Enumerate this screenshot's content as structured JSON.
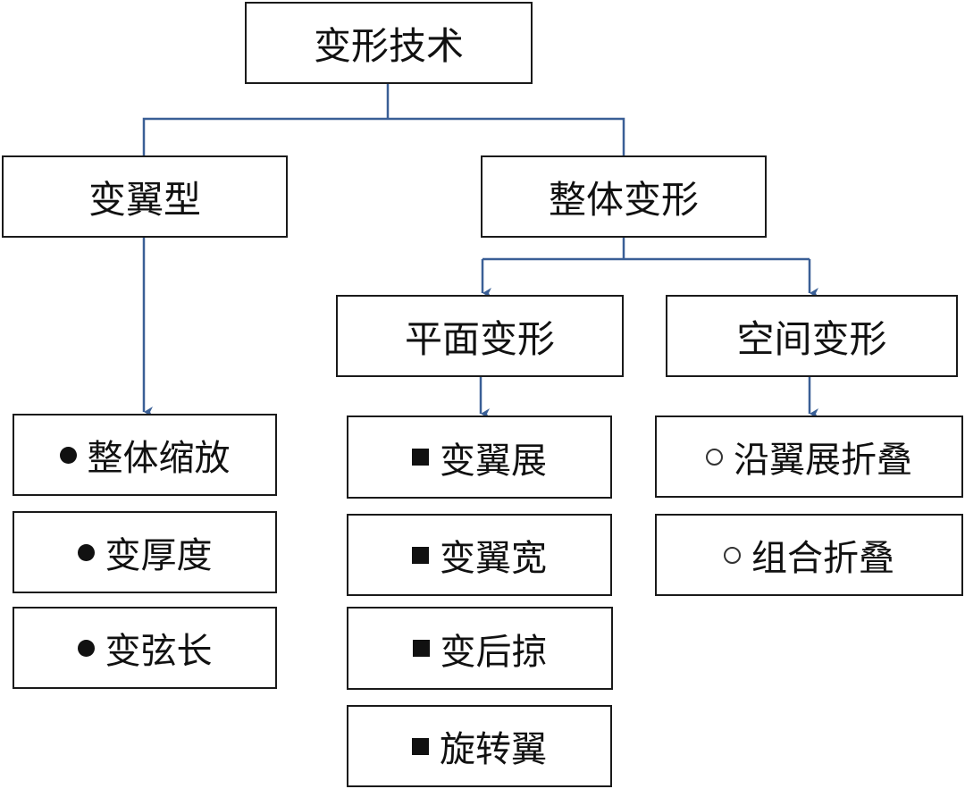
{
  "colors": {
    "connector": "#3a5f96",
    "border": "#1a1a1a",
    "text": "#111111"
  },
  "diagram": {
    "root": {
      "label": "变形技术"
    },
    "wing_type": {
      "label": "变翼型",
      "items": [
        {
          "marker": "filled-circle",
          "label": "整体缩放"
        },
        {
          "marker": "filled-circle",
          "label": "变厚度"
        },
        {
          "marker": "filled-circle",
          "label": "变弦长"
        }
      ]
    },
    "whole": {
      "label": "整体变形"
    },
    "planar": {
      "label": "平面变形",
      "items": [
        {
          "marker": "filled-square",
          "label": "变翼展"
        },
        {
          "marker": "filled-square",
          "label": "变翼宽"
        },
        {
          "marker": "filled-square",
          "label": "变后掠"
        },
        {
          "marker": "filled-square",
          "label": "旋转翼"
        }
      ]
    },
    "spatial": {
      "label": "空间变形",
      "items": [
        {
          "marker": "hollow-circle",
          "label": "沿翼展折叠"
        },
        {
          "marker": "hollow-circle",
          "label": "组合折叠"
        }
      ]
    }
  }
}
